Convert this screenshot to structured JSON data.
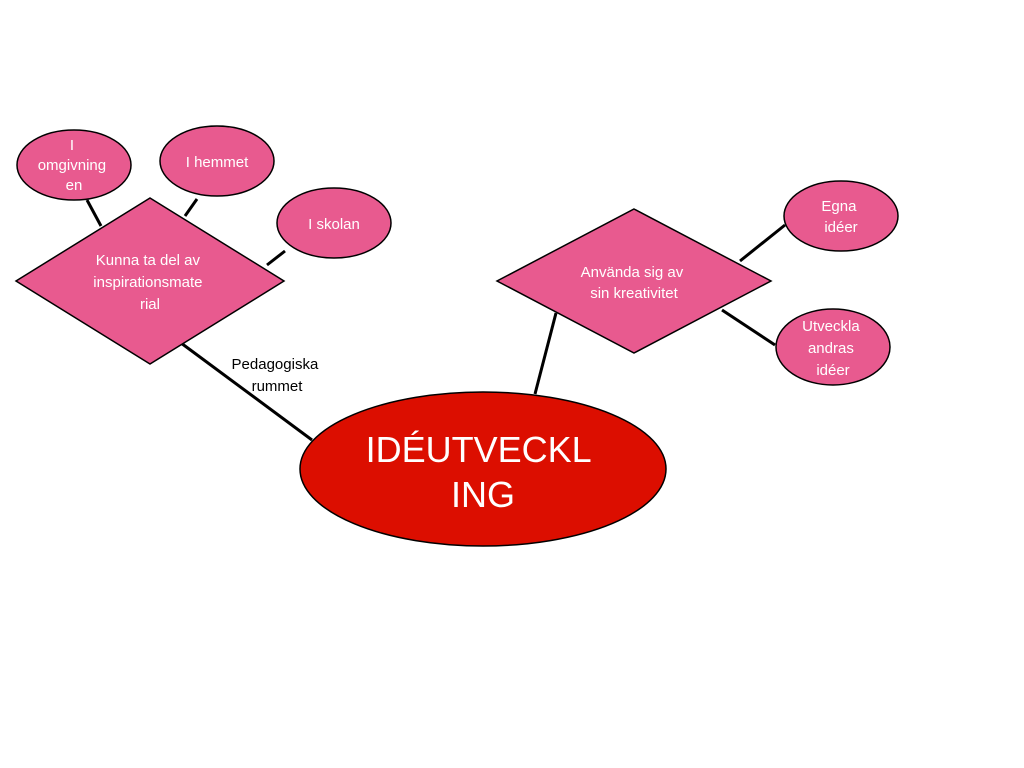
{
  "colors": {
    "node_fill": "#e85a8f",
    "center_fill": "#dc0e00",
    "stroke": "#000000",
    "text": "#ffffff"
  },
  "nodes": {
    "center": {
      "lines": [
        "IDÉUTVECKL",
        "ING"
      ]
    },
    "inspiration": {
      "lines": [
        "Kunna ta del av",
        "inspirationsmate",
        "rial"
      ]
    },
    "kreativitet": {
      "lines": [
        "Använda sig av",
        "sin kreativitet"
      ]
    },
    "omgivningen": {
      "lines": [
        "I",
        "omgivning",
        "en"
      ]
    },
    "hemmet": {
      "lines": [
        "I hemmet"
      ]
    },
    "skolan": {
      "lines": [
        "I skolan"
      ]
    },
    "egna": {
      "lines": [
        "Egna",
        "idéer"
      ]
    },
    "andras": {
      "lines": [
        "Utveckla",
        "andras",
        "idéer"
      ]
    }
  },
  "edges": {
    "pedagogiska": {
      "lines": [
        "Pedagogiska",
        "rummet"
      ]
    }
  }
}
